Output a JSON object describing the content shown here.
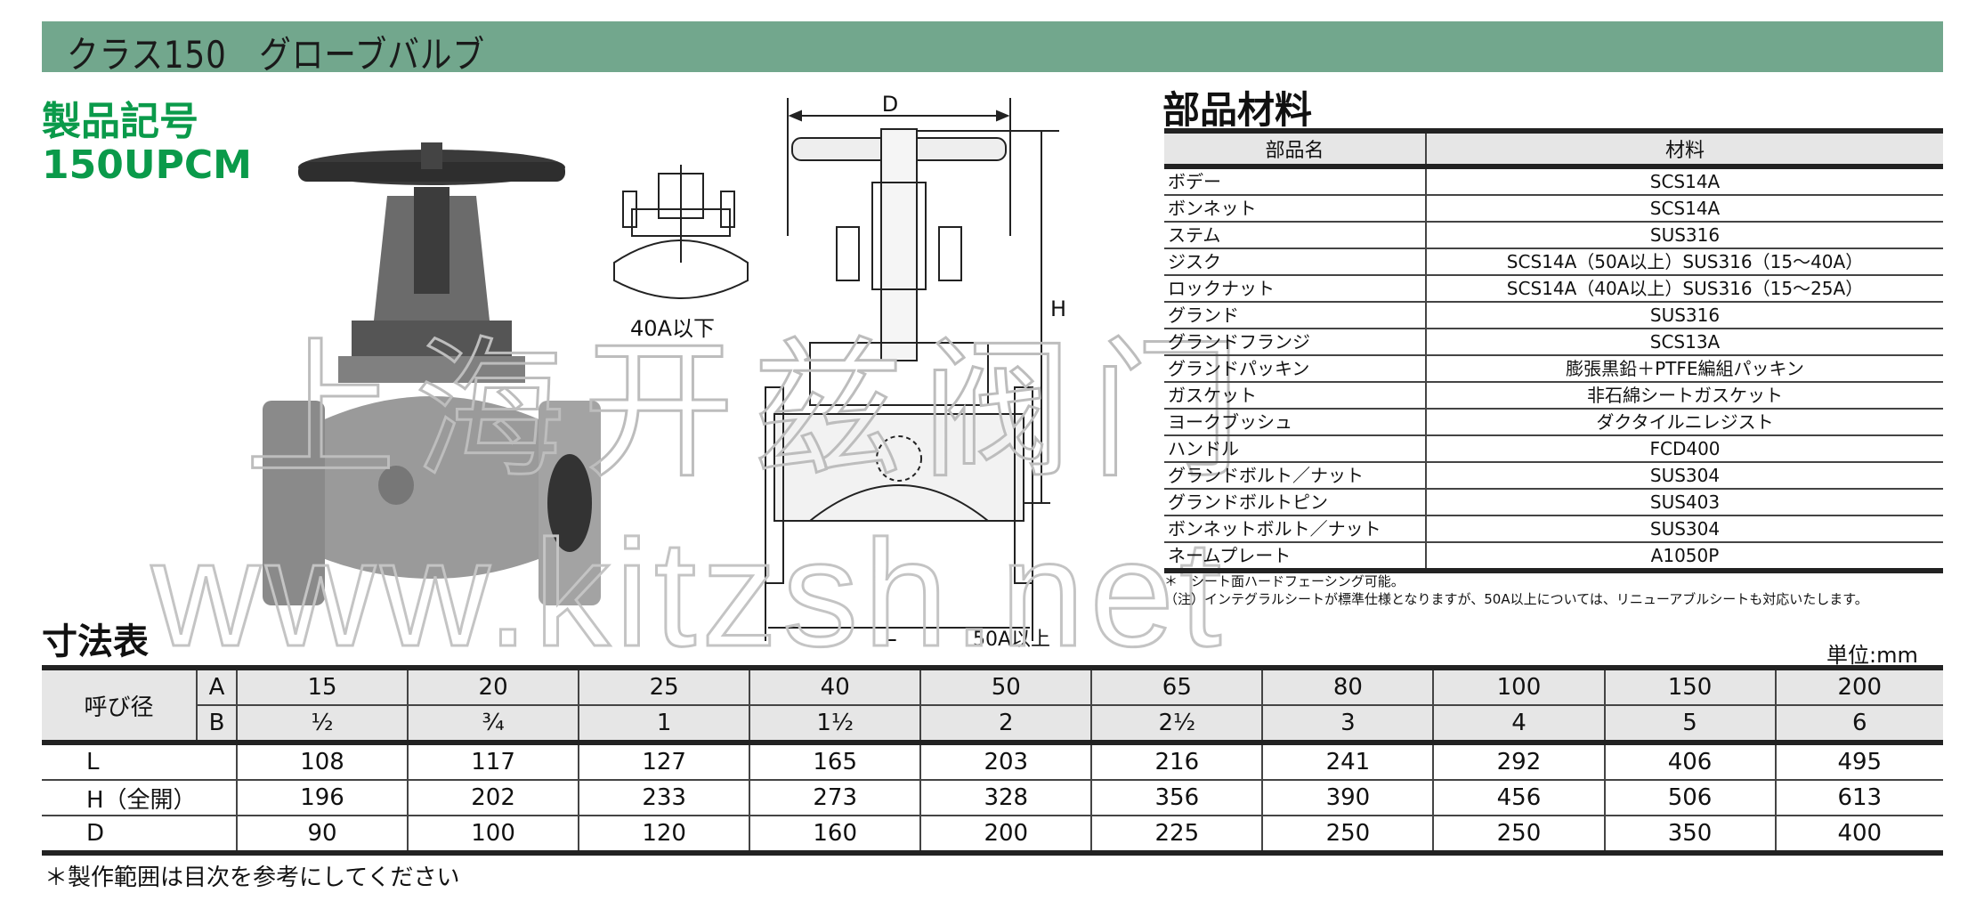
{
  "header": {
    "title": "クラス150　グローブバルブ"
  },
  "product": {
    "code_label": "製品記号",
    "code_value": "150UPCM"
  },
  "drawing": {
    "dim_D": "D",
    "dim_H": "H",
    "dim_L": "L",
    "small_caption": "40A以下",
    "main_caption": "50A以上"
  },
  "watermark": {
    "line1": "上海开兹阀门",
    "line2": "www.kitzsh.net"
  },
  "parts": {
    "title": "部品材料",
    "headers": [
      "部品名",
      "材料"
    ],
    "rows": [
      [
        "ボデー",
        "SCS14A"
      ],
      [
        "ボンネット",
        "SCS14A"
      ],
      [
        "ステム",
        "SUS316"
      ],
      [
        "ジスク",
        "SCS14A（50A以上）SUS316（15〜40A）"
      ],
      [
        "ロックナット",
        "SCS14A（40A以上）SUS316（15〜25A）"
      ],
      [
        "グランド",
        "SUS316"
      ],
      [
        "グランドフランジ",
        "SCS13A"
      ],
      [
        "グランドパッキン",
        "膨張黒鉛＋PTFE編組パッキン"
      ],
      [
        "ガスケット",
        "非石綿シートガスケット"
      ],
      [
        "ヨークブッシュ",
        "ダクタイルニレジスト"
      ],
      [
        "ハンドル",
        "FCD400"
      ],
      [
        "グランドボルト／ナット",
        "SUS304"
      ],
      [
        "グランドボルトピン",
        "SUS403"
      ],
      [
        "ボンネットボルト／ナット",
        "SUS304"
      ],
      [
        "ネームプレート",
        "A1050P"
      ]
    ],
    "note1": "＊　シート面ハードフェーシング可能。",
    "note2": "（注）インテグラルシートが標準仕様となりますが、50A以上については、リニューアブルシートも対応いたします。"
  },
  "dimensions": {
    "title": "寸法表",
    "unit": "単位:mm",
    "nominal_label": "呼び径",
    "a_label": "A",
    "b_label": "B",
    "A": [
      "15",
      "20",
      "25",
      "40",
      "50",
      "65",
      "80",
      "100",
      "150",
      "200"
    ],
    "B": [
      "½",
      "¾",
      "1",
      "1½",
      "2",
      "2½",
      "3",
      "4",
      "5",
      "6"
    ],
    "rows": [
      {
        "label": "L",
        "values": [
          "108",
          "117",
          "127",
          "165",
          "203",
          "216",
          "241",
          "292",
          "406",
          "495"
        ]
      },
      {
        "label": "H（全開）",
        "values": [
          "196",
          "202",
          "233",
          "273",
          "328",
          "356",
          "390",
          "456",
          "506",
          "613"
        ]
      },
      {
        "label": "D",
        "values": [
          "90",
          "100",
          "120",
          "160",
          "200",
          "225",
          "250",
          "250",
          "350",
          "400"
        ]
      }
    ],
    "footnote": "＊製作範囲は目次を参考にしてください"
  }
}
